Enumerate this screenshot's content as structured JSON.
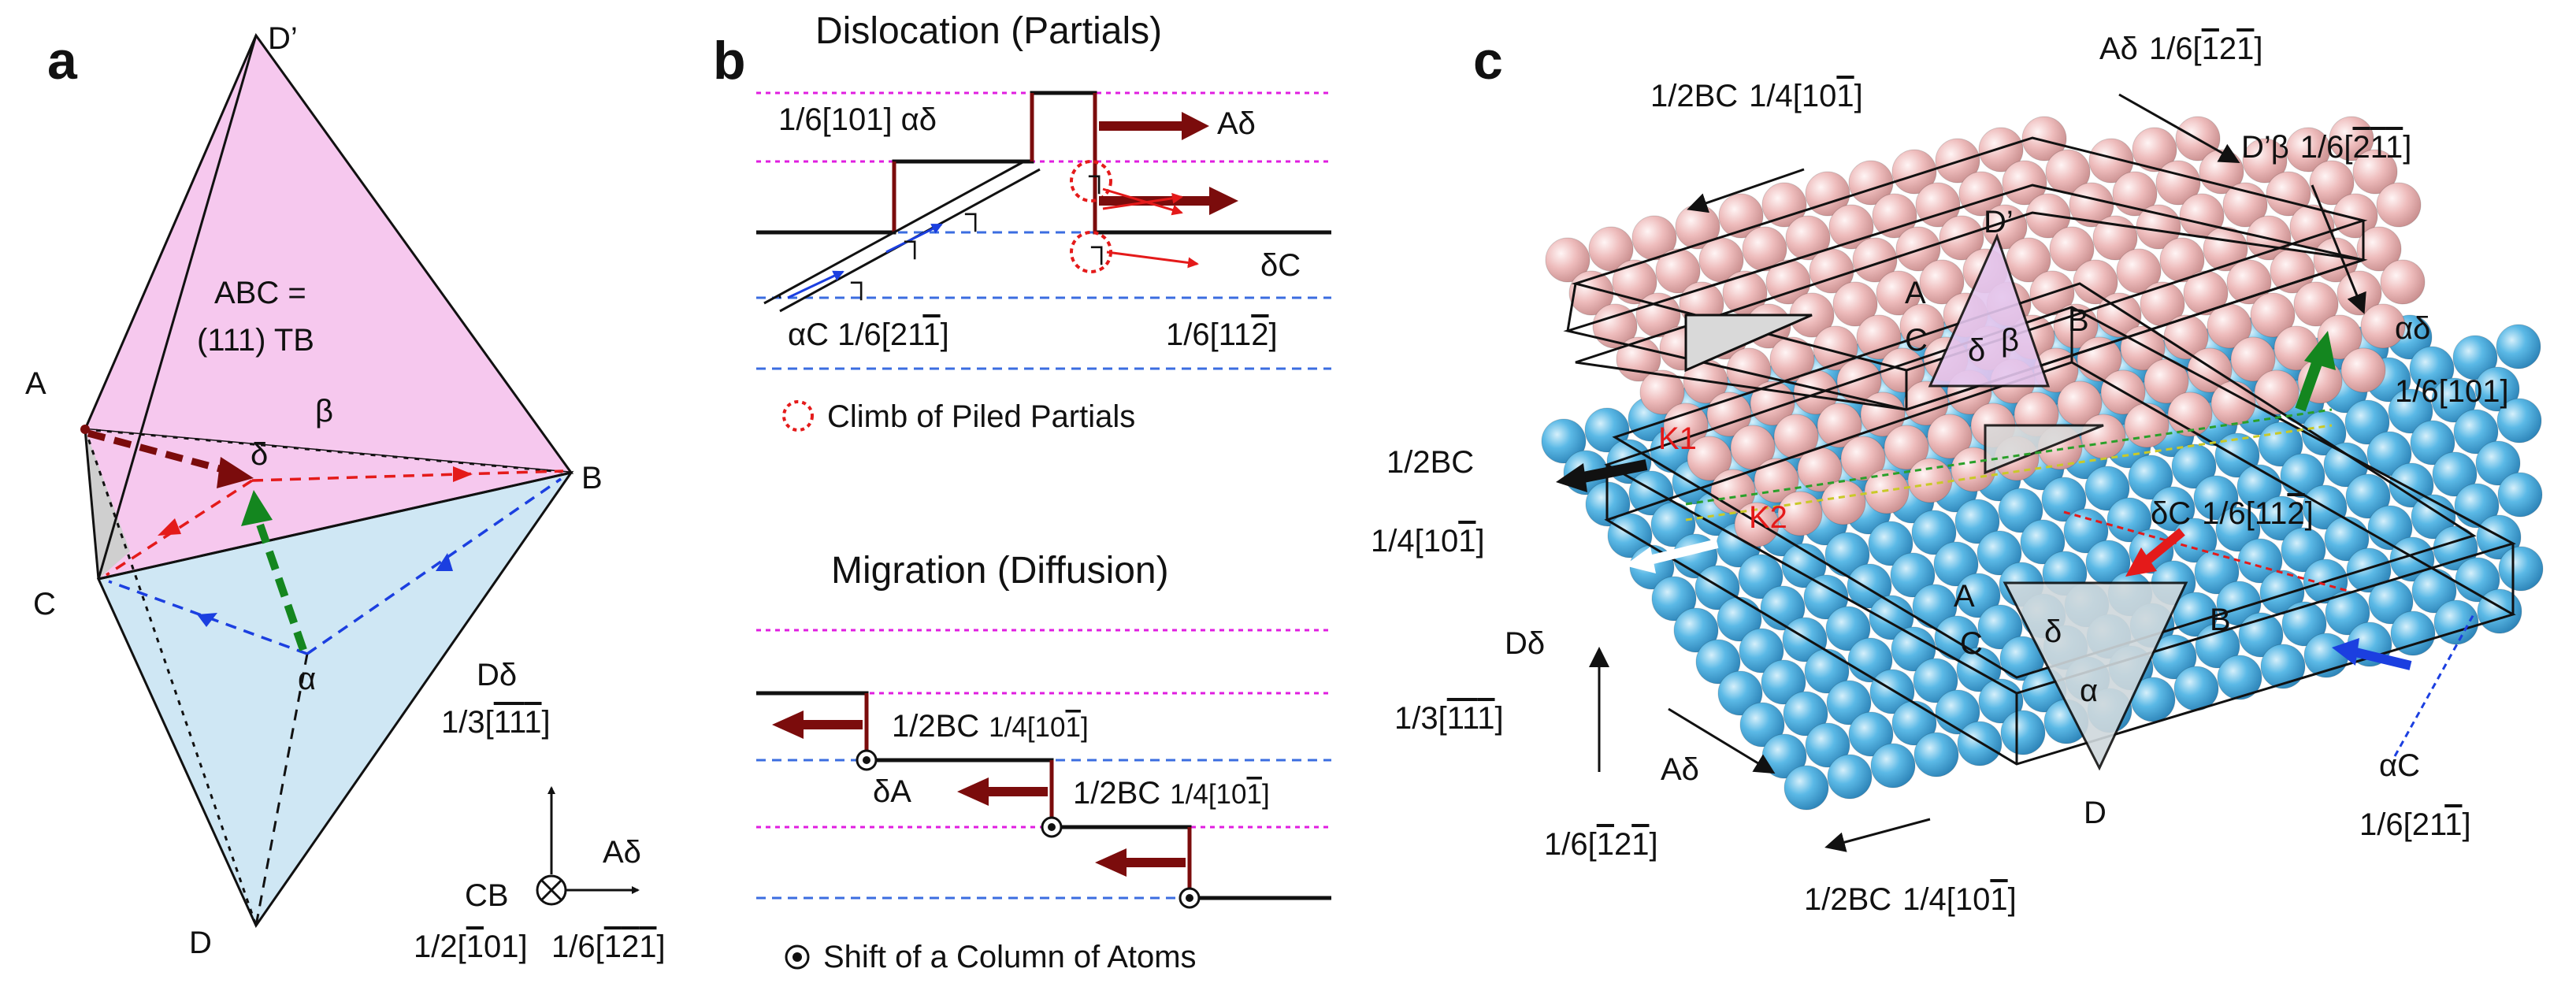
{
  "panels": {
    "a": "a",
    "b": "b",
    "c": "c"
  },
  "panel_a": {
    "vertices": {
      "d_prime": "D’",
      "a": "A",
      "b": "B",
      "c": "C",
      "d": "D",
      "beta": "β",
      "delta": "δ",
      "alpha": "α"
    },
    "plane_label_1": "ABC =",
    "plane_label_2": "(111) TB",
    "axes": {
      "up_name": "Dδ",
      "up_vec": [
        "1/3[",
        "1",
        "1",
        "1",
        "]"
      ],
      "right_name": "Aδ",
      "right_vec": [
        "1/6[",
        "1",
        "2",
        "1",
        "]"
      ],
      "in_name": "CB",
      "in_vec": [
        "1/2[",
        "1",
        "01]"
      ]
    }
  },
  "panel_b": {
    "dislocation": {
      "title": "Dislocation (Partials)",
      "label_101": "1/6[101] αδ",
      "label_adelta": "Aδ",
      "label_alphaC": "αC 1/6[21",
      "label_alphaC_bar": "1",
      "label_alphaC_end": "]",
      "label_deltaC": "δC",
      "label_112": "1/6[11",
      "label_112_bar": "2",
      "label_112_end": "]",
      "legend": "Climb of Piled Partials"
    },
    "migration": {
      "title": "Migration (Diffusion)",
      "step1": "1/2BC",
      "step1_vec": "1/4[10",
      "step2_prefix": "δA",
      "step2": "1/2BC",
      "step2_vec": "1/4[10",
      "bar": "1",
      "close": "]",
      "legend": "Shift of a Column of Atoms"
    }
  },
  "panel_c": {
    "top_left": {
      "name": "1/2BC",
      "vec": "1/4[10",
      "bar": "1",
      "close": "]"
    },
    "top_right": {
      "name": "Aδ",
      "vec": "1/6[",
      "close": "]"
    },
    "dprime_beta": {
      "name": "D’β",
      "vec": "1/6[",
      "close": "]"
    },
    "alpha_delta": {
      "name": "αδ",
      "vec": "1/6[101]"
    },
    "left_bc": {
      "name": "1/2BC",
      "vec": "1/4[10",
      "bar": "1",
      "close": "]"
    },
    "kinks": {
      "k1": "K1",
      "k2": "K2"
    },
    "delta_c": {
      "name": "δC",
      "vec": "1/6[11",
      "bar": "2",
      "close": "]"
    },
    "d_delta": {
      "name": "Dδ",
      "vec": "1/3[",
      "close": "]"
    },
    "a_delta_bottom": {
      "name": "Aδ",
      "vec": "1/6[",
      "close": "]"
    },
    "bottom_bc": {
      "name": "1/2BC",
      "vec": "1/4[10",
      "bar": "1",
      "close": "]"
    },
    "alpha_c": {
      "name": "αC",
      "vec": "1/6[21",
      "bar": "1",
      "close": "]"
    },
    "upper_tri": {
      "d_prime": "D’",
      "a": "A",
      "b": "B",
      "c": "C",
      "delta": "δ",
      "beta": "β"
    },
    "lower_tri": {
      "a": "A",
      "b": "B",
      "c": "C",
      "d": "D",
      "delta": "δ",
      "alpha": "α"
    }
  },
  "colors": {
    "pink_face": "#f6c8ee",
    "blue_face": "#cfe7f4",
    "atom_blue": "#5bb9e6",
    "atom_pink": "#eebcbc",
    "dark_red": "#7b0c0c",
    "red": "#e41a1a",
    "blue": "#1b3fe0",
    "green": "#14861f",
    "magenta": "#e01ee0",
    "dashed_blue": "#3b6de0"
  }
}
